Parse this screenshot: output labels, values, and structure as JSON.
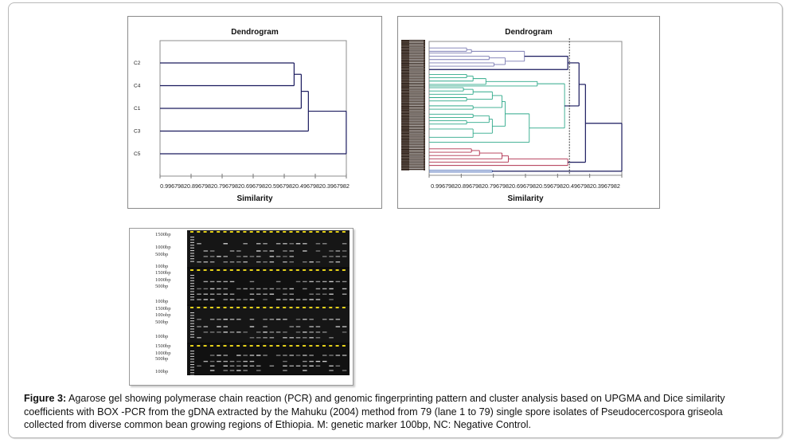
{
  "figure": {
    "caption_label": "Figure 3:",
    "caption_text": " Agarose gel showing polymerase chain reaction (PCR) and genomic fingerprinting pattern and cluster analysis based on UPGMA and Dice similarity coefficients with BOX -PCR from the gDNA extracted by the Mahuku (2004) method from 79 (lane 1 to 79) single spore isolates of Pseudocercospora griseola collected from diverse common bean growing regions of Ethiopia. M: genetic marker 100bp, NC: Negative Control."
  },
  "chart_data": [
    {
      "type": "dendrogram",
      "title": "Dendrogram",
      "xlabel": "Similarity",
      "x_ticks": [
        "0.99679820.",
        "89679820.",
        "79679820.",
        "69679820.",
        "59679820.",
        "49679820.",
        "3967982"
      ],
      "x_tick_label_text": "0.99679820.89679820.79679820.69679820.59679820.49679820.3967982",
      "x_tick_values": [
        0.9967982,
        0.8967982,
        0.7967982,
        0.6967982,
        0.5967982,
        0.4967982,
        0.3967982
      ],
      "xlim": [
        0.9967982,
        0.3967982
      ],
      "leaves": [
        "C2",
        "C4",
        "C1",
        "C3",
        "C5"
      ],
      "merges": [
        {
          "a": "C2",
          "b": "C4",
          "similarity": 0.565
        },
        {
          "a": "C2-C4",
          "b": "C1",
          "similarity": 0.542
        },
        {
          "a": "C2-C4-C1",
          "b": "C3",
          "similarity": 0.519
        },
        {
          "a": "C2-C4-C1-C3",
          "b": "C5",
          "similarity": 0.397
        }
      ],
      "line_color": "#1a1a5e"
    },
    {
      "type": "dendrogram",
      "title": "Dendrogram",
      "xlabel": "Similarity",
      "x_tick_label_text": "0.99679820.89679820.79679820.69679820.59679820.49679820.3967982",
      "x_tick_values": [
        0.9967982,
        0.8967982,
        0.7967982,
        0.6967982,
        0.5967982,
        0.4967982,
        0.3967982
      ],
      "xlim": [
        0.9967982,
        0.3967982
      ],
      "cutoff_similarity": 0.56,
      "leaf_count": 79,
      "clusters": [
        {
          "name": "cluster-purple",
          "color": "#7b7bb3",
          "merge_similarity": 0.56
        },
        {
          "name": "cluster-green",
          "color": "#2fa98a",
          "merge_similarity": 0.58
        },
        {
          "name": "cluster-red",
          "color": "#b0304e",
          "merge_similarity": 0.56
        },
        {
          "name": "cluster-blue",
          "color": "#3a5fb0",
          "merge_similarity": 0.4
        }
      ],
      "root_color": "#1a1a5e"
    }
  ],
  "gel": {
    "marker_labels": [
      [
        "1500bp",
        "1000bp",
        "500bp",
        "100bp"
      ],
      [
        "1500bp",
        "1000bp",
        "500bp",
        "100bp"
      ],
      [
        "1500bp",
        "100obp",
        "500bp",
        "100bp"
      ],
      [
        "1500bp",
        "1000bp",
        "500bp",
        "100bp"
      ]
    ],
    "lanes_per_row": 24
  }
}
